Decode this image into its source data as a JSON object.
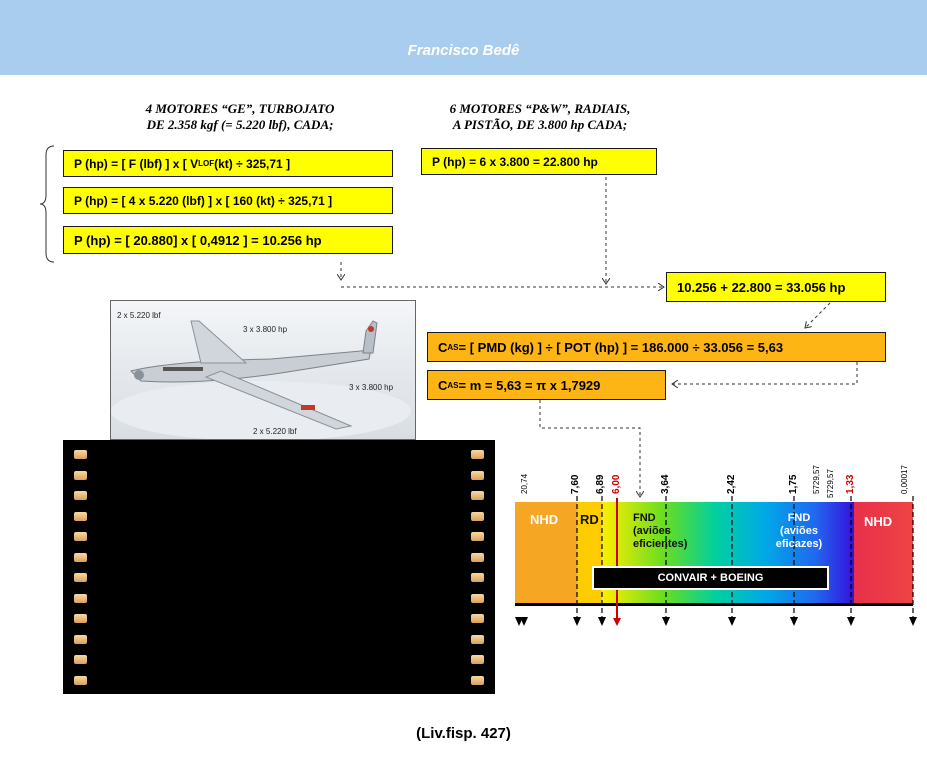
{
  "header": {
    "title": "Francisco Bedê"
  },
  "left_heading": {
    "line1": "4  MOTORES “GE”, TURBOJATO",
    "line2": "DE 2.358  kgf (= 5.220 lbf), CADA;"
  },
  "right_heading": {
    "line1": "6  MOTORES “P&W”, RADIAIS,",
    "line2": "A PISTÃO, DE 3.800 hp CADA;"
  },
  "formulas": {
    "f1": {
      "a": "P (hp)  =  [ F (lbf) ]  x  [ V",
      "sub": "LOF",
      "b": " (kt)  ÷  325,71 ]"
    },
    "f2": "P (hp)  =  [ 4 x 5.220 (lbf) ] x [ 160 (kt) ÷ 325,71  ]",
    "f3": "P (hp)  =  [ 20.880]  x  [ 0,4912 ] = 10.256 hp",
    "f4": "P (hp)  =  6  x  3.800  = 22.800 hp",
    "sum": "10.256 + 22.800 = 33.056 hp",
    "cas1": {
      "a": "C",
      "sub": "AS",
      "b": "=  [ PMD (kg)  ]  ÷  [ POT (hp) ] = 186.000 ÷  33.056 =  5,63"
    },
    "cas2": {
      "a": "C",
      "sub": "AS",
      "b": "=  m  =  5,63  =  π  x 1,7929"
    }
  },
  "photo_labels": {
    "tl": "2 x 5.220 lbf",
    "tm": "3 x 3.800 hp",
    "mr": "3 x 3.800 hp",
    "bm": "2 x 5.220 lbf"
  },
  "scale": {
    "ticks": [
      "20,74",
      "7,60",
      "6,89",
      "6,00",
      "3,64",
      "2,42",
      "1,75",
      "5729,57",
      "5729,57",
      "1,33",
      "0,00017"
    ],
    "zones": {
      "nhd_left": "NHD",
      "rd": "RD",
      "fnd_left": {
        "t1": "FND",
        "t2": "(aviões",
        "t3": "eficientes)"
      },
      "fnd_right": {
        "t1": "FND",
        "t2": "(aviões",
        "t3": "eficazes)"
      },
      "nhd_right": "NHD"
    },
    "banner": "CONVAIR + BOEING"
  },
  "caption": "(Liv.fisp. 427)",
  "colors": {
    "banner": "#a8cdee",
    "box": "#ffff00",
    "box_orange": "#fdb515",
    "highlight_tick": "#cc0000"
  }
}
